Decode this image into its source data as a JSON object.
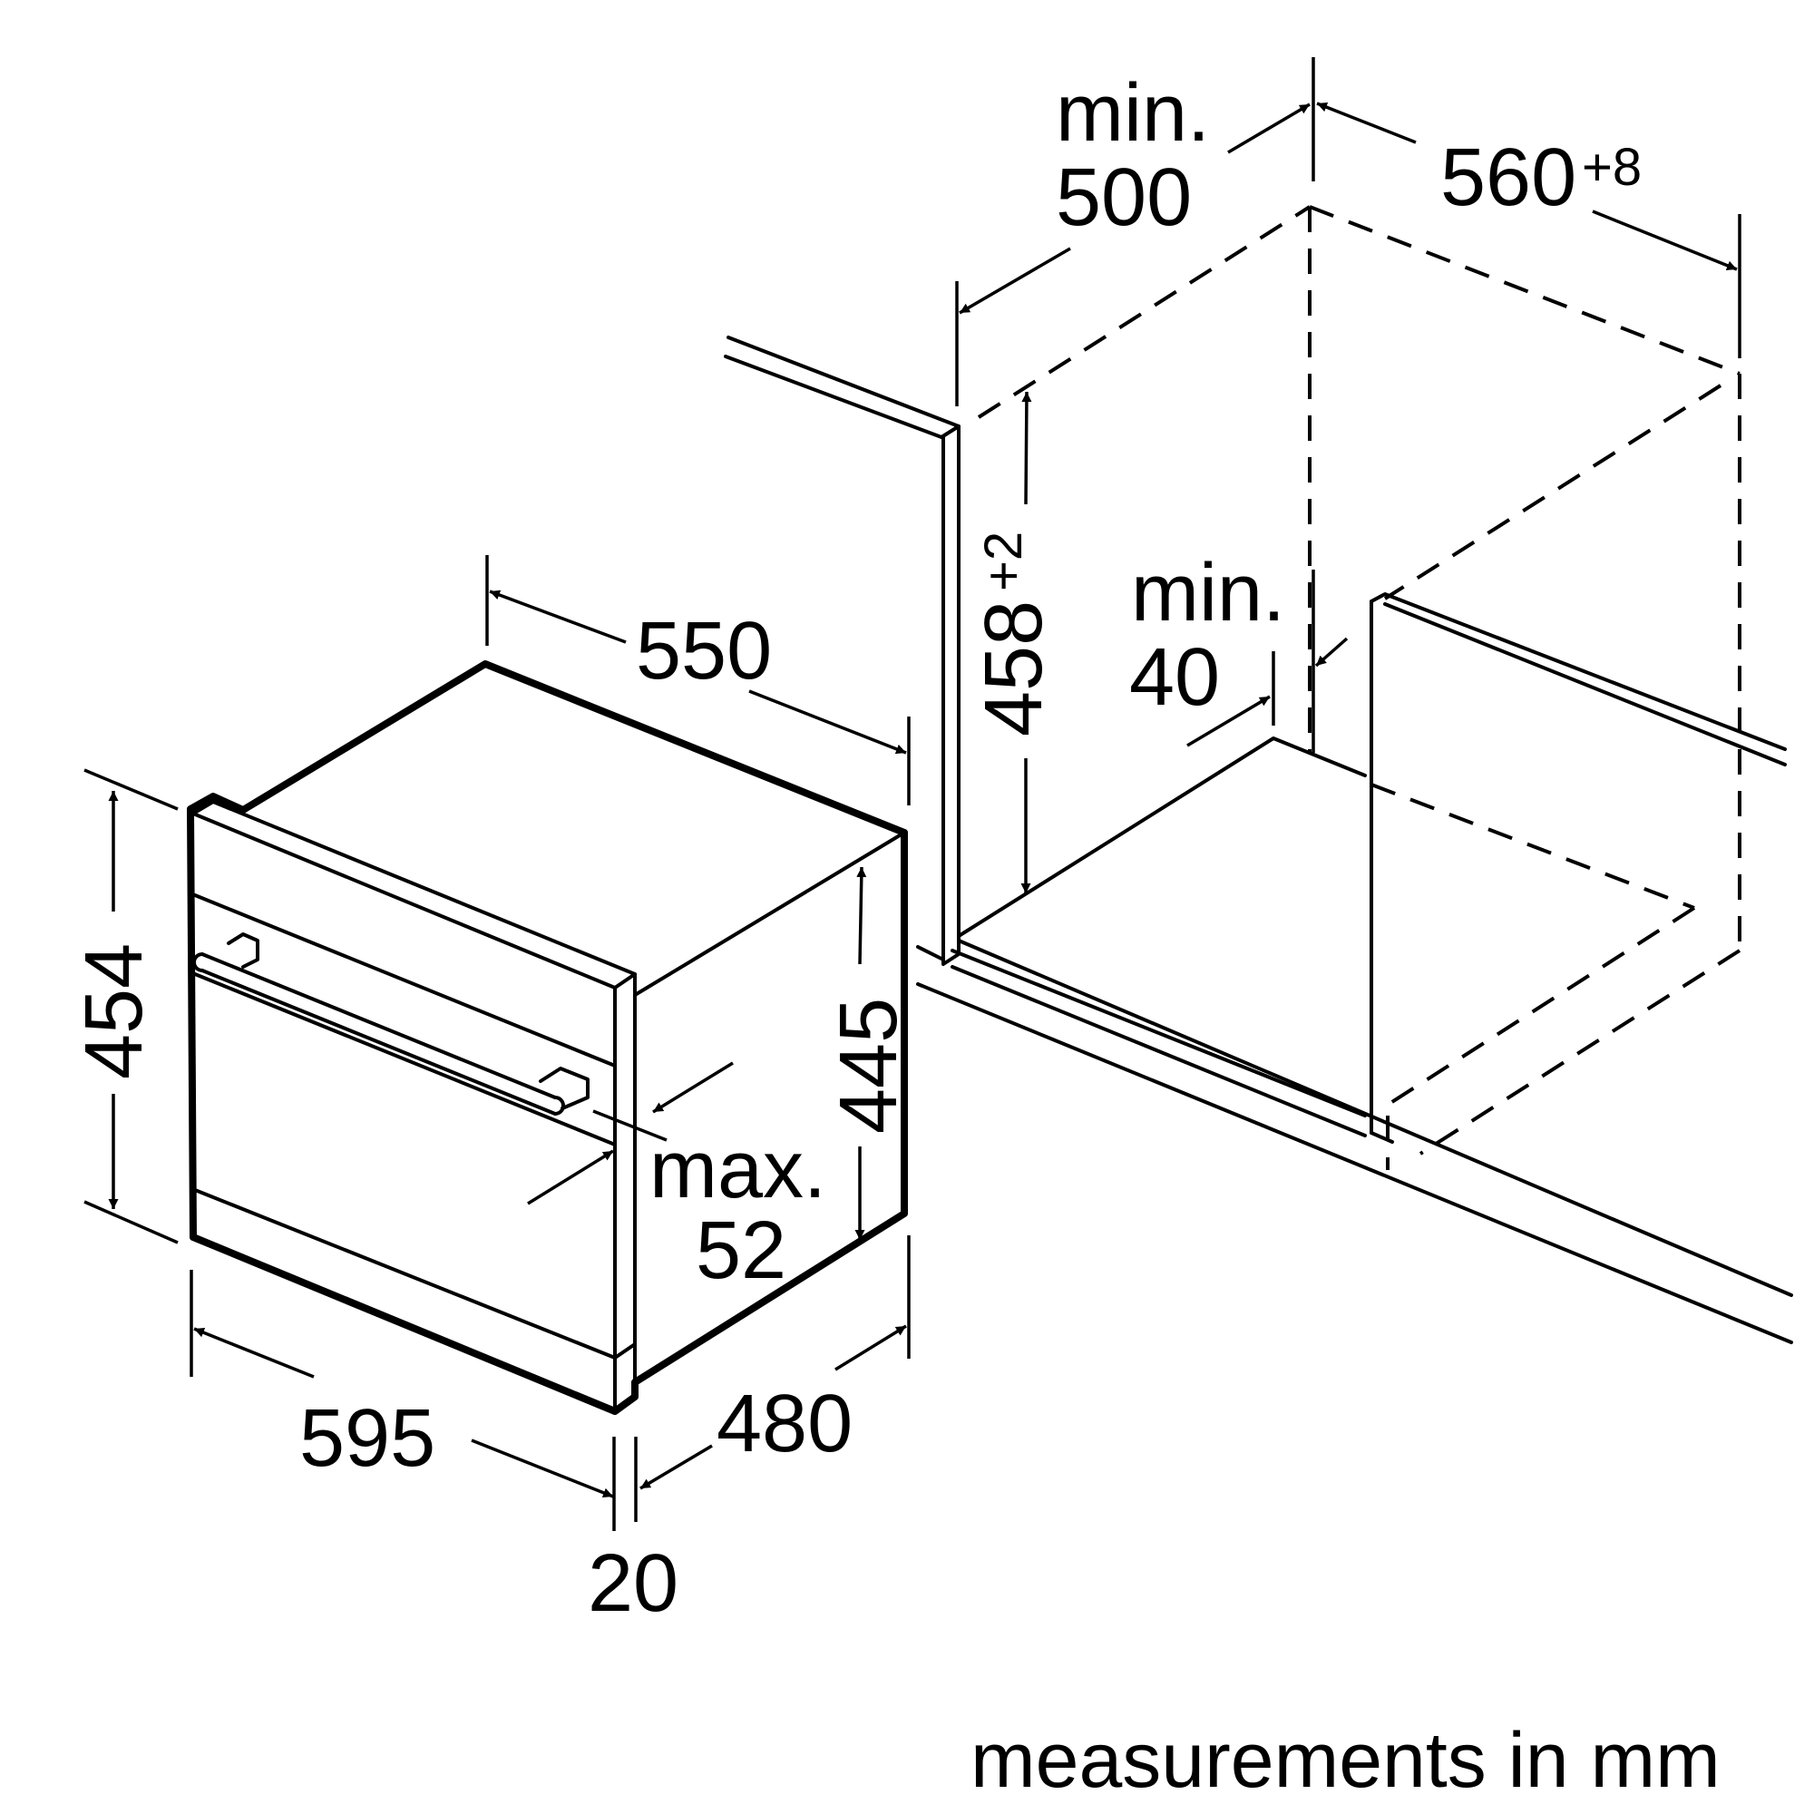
{
  "labels": {
    "min_500_line1": "min.",
    "min_500_line2": "500",
    "dim_560": "560",
    "dim_560_tol": "+8",
    "dim_458": "458",
    "dim_458_tol": "+2",
    "min_40_line1": "min.",
    "min_40_line2": "40",
    "dim_550": "550",
    "dim_454": "454",
    "dim_445": "445",
    "max_52_line1": "max.",
    "max_52_line2": "52",
    "dim_595": "595",
    "dim_480": "480",
    "dim_20": "20",
    "footer": "measurements in mm"
  },
  "colors": {
    "ink": "#000000",
    "background": "#ffffff"
  }
}
